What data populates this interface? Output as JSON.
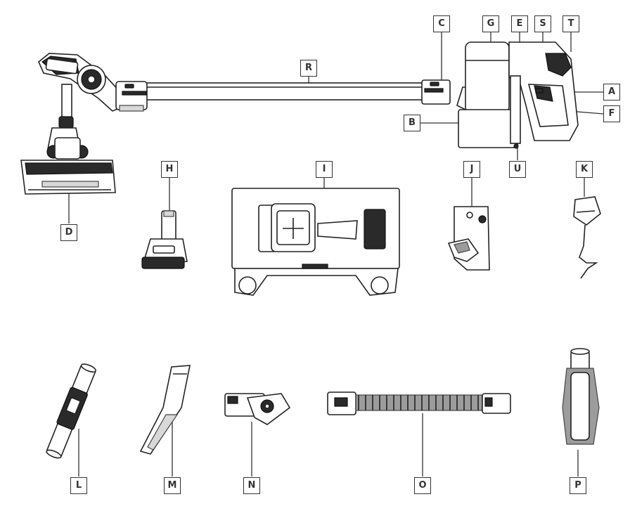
{
  "labels": {
    "a": "A",
    "b": "B",
    "c": "C",
    "d": "D",
    "e": "E",
    "f": "F",
    "g": "G",
    "h": "H",
    "i": "I",
    "j": "J",
    "k": "K",
    "l": "L",
    "m": "M",
    "n": "N",
    "o": "O",
    "p": "P",
    "r": "R",
    "s": "S",
    "t": "T",
    "u": "U"
  }
}
